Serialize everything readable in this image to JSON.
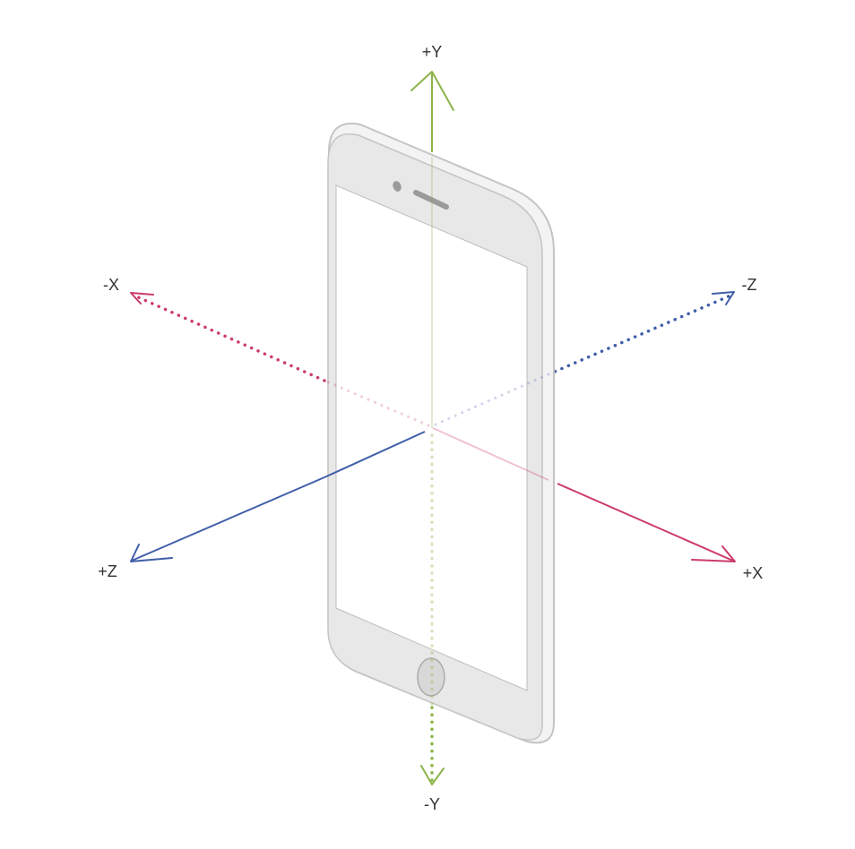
{
  "labels": {
    "pos_y": "+Y",
    "neg_y": "-Y",
    "neg_x": "-X",
    "pos_x": "+X",
    "neg_z": "-Z",
    "pos_z": "+Z"
  },
  "colors": {
    "y_axis": "#8db44a",
    "x_axis": "#cc3a6e",
    "z_axis": "#3f5ea8",
    "device_body": "#e8e8e8",
    "device_outline": "#c4c4c4",
    "screen": "#ffffff"
  },
  "icons": {
    "device": "smartphone-icon",
    "home_button": "home-button-icon",
    "camera": "front-camera-icon",
    "speaker": "earpiece-speaker-icon"
  }
}
